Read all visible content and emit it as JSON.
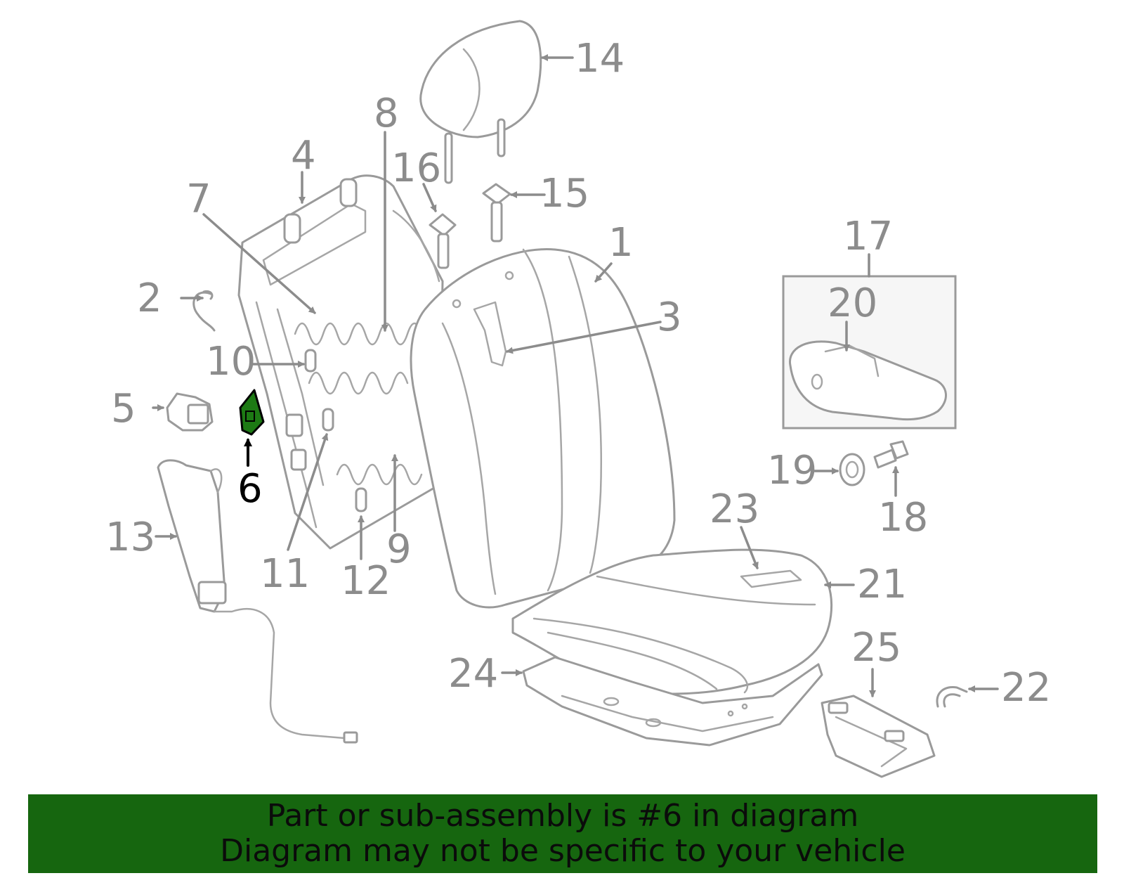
{
  "callouts": [
    {
      "id": "14",
      "label": "14"
    },
    {
      "id": "8",
      "label": "8"
    },
    {
      "id": "4",
      "label": "4"
    },
    {
      "id": "16",
      "label": "16"
    },
    {
      "id": "7",
      "label": "7"
    },
    {
      "id": "15",
      "label": "15"
    },
    {
      "id": "1",
      "label": "1"
    },
    {
      "id": "17",
      "label": "17"
    },
    {
      "id": "2",
      "label": "2"
    },
    {
      "id": "3",
      "label": "3"
    },
    {
      "id": "20",
      "label": "20"
    },
    {
      "id": "10",
      "label": "10"
    },
    {
      "id": "5",
      "label": "5"
    },
    {
      "id": "6",
      "label": "6"
    },
    {
      "id": "19",
      "label": "19"
    },
    {
      "id": "18",
      "label": "18"
    },
    {
      "id": "23",
      "label": "23"
    },
    {
      "id": "13",
      "label": "13"
    },
    {
      "id": "9",
      "label": "9"
    },
    {
      "id": "11",
      "label": "11"
    },
    {
      "id": "12",
      "label": "12"
    },
    {
      "id": "21",
      "label": "21"
    },
    {
      "id": "25",
      "label": "25"
    },
    {
      "id": "24",
      "label": "24"
    },
    {
      "id": "22",
      "label": "22"
    }
  ],
  "highlighted_part": "6",
  "colors": {
    "highlight": "#1d7a14",
    "banner": "#16660f",
    "line": "#9a9a9a",
    "label": "#8c8c8c"
  },
  "banner": {
    "line1": "Part or sub-assembly is #6 in diagram",
    "line2": "Diagram may not be specific to your vehicle"
  }
}
